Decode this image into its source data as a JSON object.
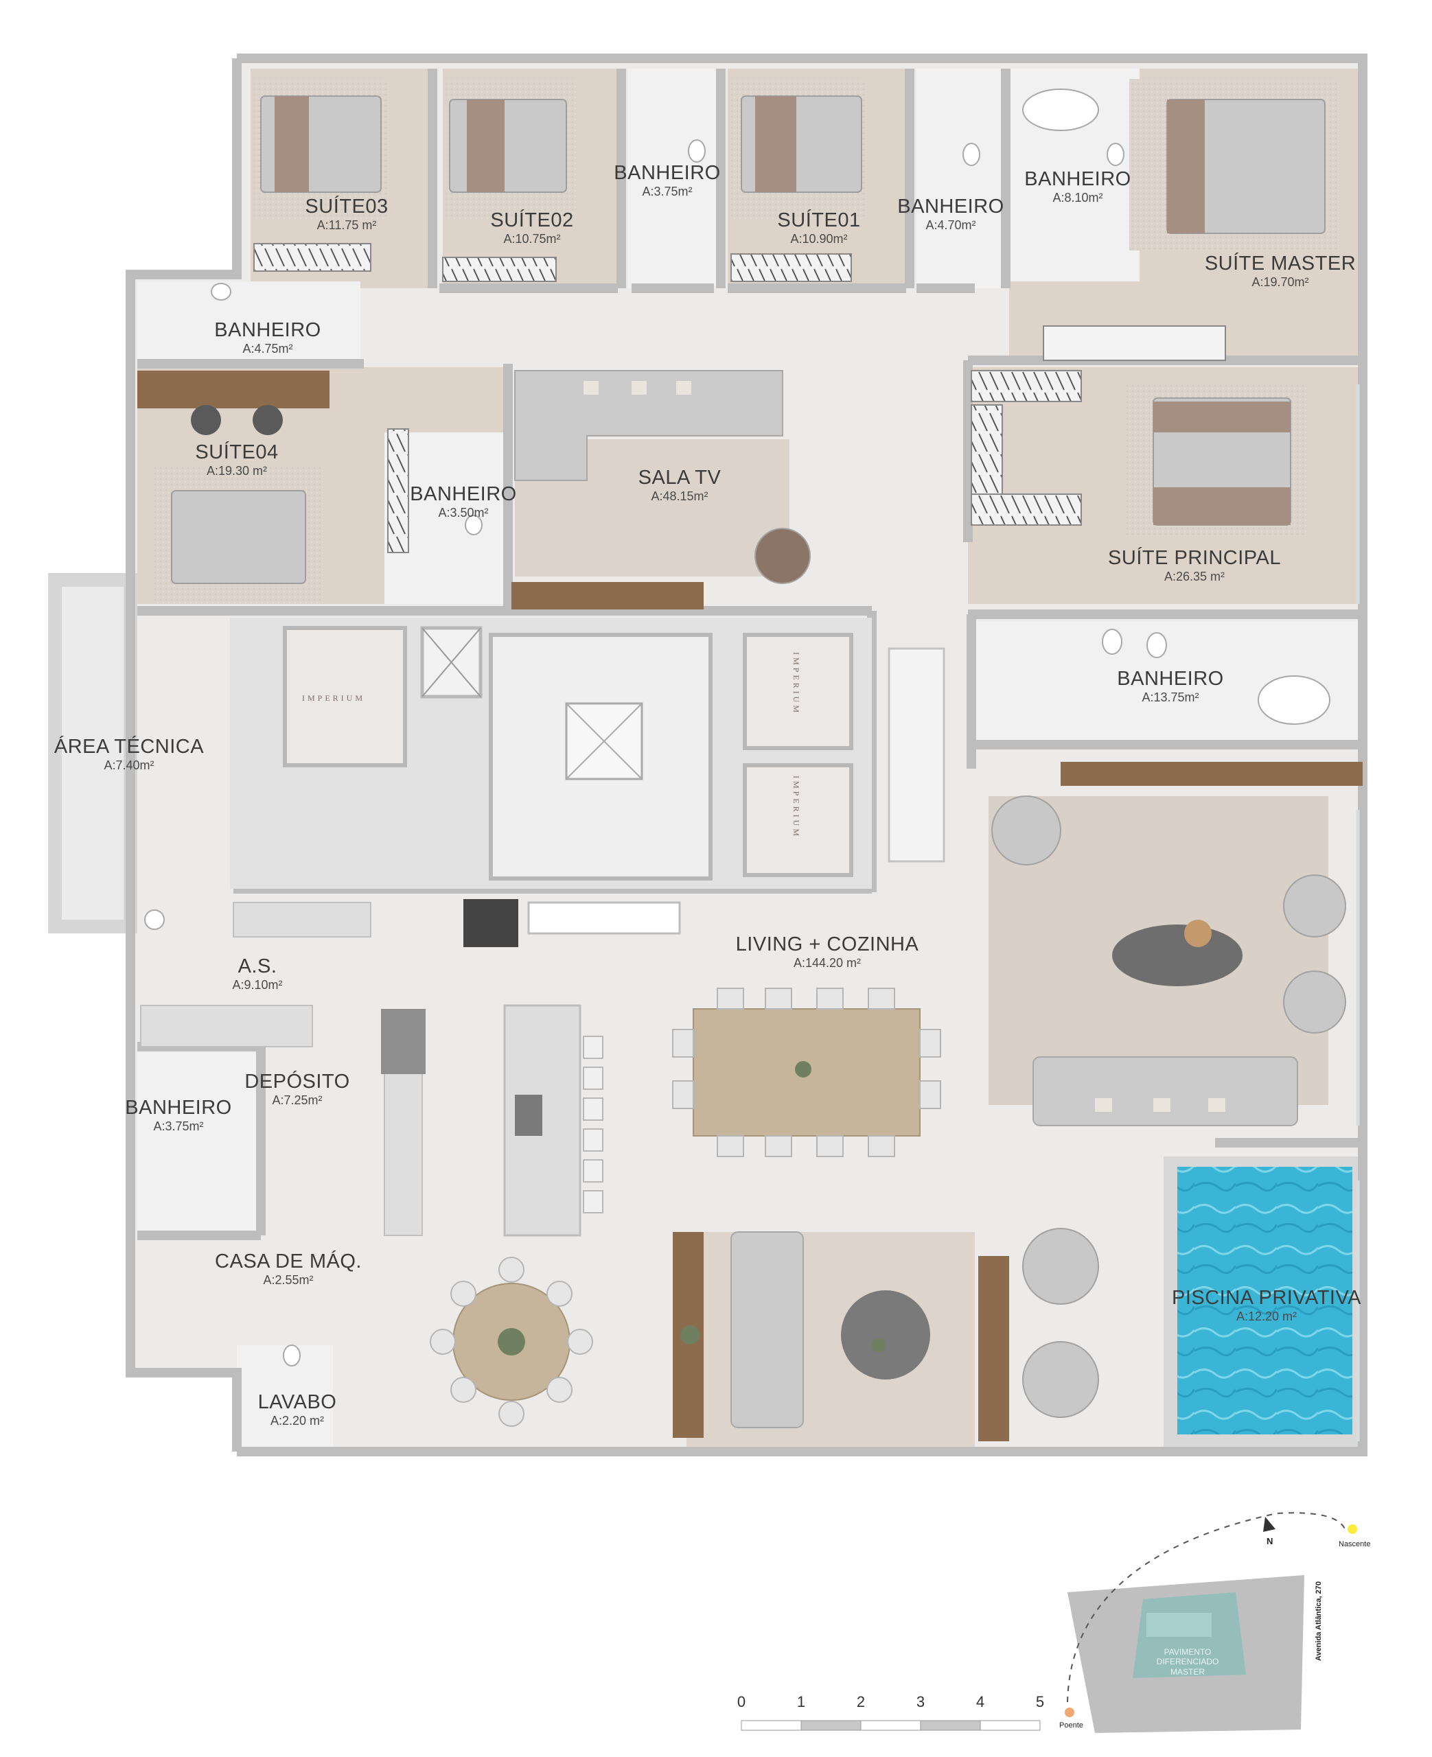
{
  "rooms": {
    "suite03": {
      "name": "SUÍTE03",
      "area": "A:11.75 m²"
    },
    "suite02": {
      "name": "SUÍTE02",
      "area": "A:10.75m²"
    },
    "bath_a": {
      "name": "BANHEIRO",
      "area": "A:3.75m²"
    },
    "suite01": {
      "name": "SUÍTE01",
      "area": "A:10.90m²"
    },
    "bath_b": {
      "name": "BANHEIRO",
      "area": "A:4.70m²"
    },
    "bath_c": {
      "name": "BANHEIRO",
      "area": "A:8.10m²"
    },
    "suite_master": {
      "name": "SUÍTE MASTER",
      "area": "A:19.70m²"
    },
    "bath_d": {
      "name": "BANHEIRO",
      "area": "A:4.75m²"
    },
    "suite04": {
      "name": "SUÍTE04",
      "area": "A:19.30 m²"
    },
    "bath_e": {
      "name": "BANHEIRO",
      "area": "A:3.50m²"
    },
    "sala_tv": {
      "name": "SALA TV",
      "area": "A:48.15m²"
    },
    "suite_principal": {
      "name": "SUÍTE PRINCIPAL",
      "area": "A:26.35 m²"
    },
    "bath_f": {
      "name": "BANHEIRO",
      "area": "A:13.75m²"
    },
    "area_tecnica": {
      "name": "ÁREA TÉCNICA",
      "area": "A:7.40m²"
    },
    "living": {
      "name": "LIVING + COZINHA",
      "area": "A:144.20 m²"
    },
    "as": {
      "name": "A.S.",
      "area": "A:9.10m²"
    },
    "deposito": {
      "name": "DEPÓSITO",
      "area": "A:7.25m²"
    },
    "bath_g": {
      "name": "BANHEIRO",
      "area": "A:3.75m²"
    },
    "casa_maq": {
      "name": "CASA DE MÁQ.",
      "area": "A:2.55m²"
    },
    "lavabo": {
      "name": "LAVABO",
      "area": "A:2.20 m²"
    },
    "piscina": {
      "name": "PISCINA PRIVATIVA",
      "area": "A:12.20 m²"
    }
  },
  "elevator_brand": "IMPERIUM",
  "scale": {
    "ticks": [
      "0",
      "1",
      "2",
      "3",
      "4",
      "5"
    ]
  },
  "key_map": {
    "north": "N",
    "sunrise": "Nascente",
    "sunset": "Poente",
    "street": "Avenida Atlântica, 270",
    "block_label_1": "PAVIMENTO",
    "block_label_2": "DIFERENCIADO",
    "block_label_3": "MASTER"
  },
  "colors": {
    "wall": "#bdbdbd",
    "marble_floor": "#ececea",
    "wood_floor": "#dcd2c8",
    "rug": "#d8d0c6",
    "pool": "#38b6d8",
    "wood_furniture": "#8a6a4c",
    "table": "#c4b59c"
  }
}
